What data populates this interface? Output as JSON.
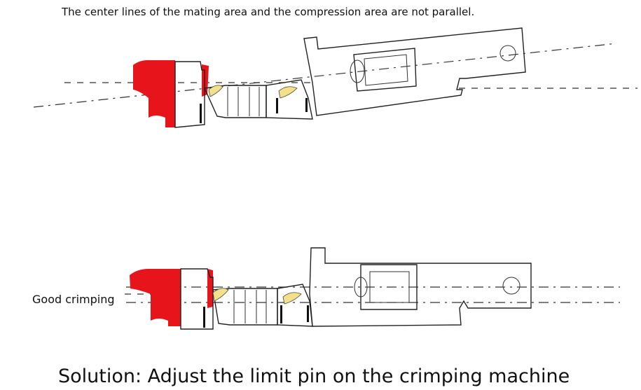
{
  "captions": {
    "top": "The center lines of the mating area and the compression area are not parallel.",
    "good": "Good crimping",
    "solution": "Solution: Adjust the limit pin on the crimping machine"
  },
  "colors": {
    "insulation": "#e8141b",
    "wire_strands": "#f3e08a",
    "outline": "#222222"
  }
}
